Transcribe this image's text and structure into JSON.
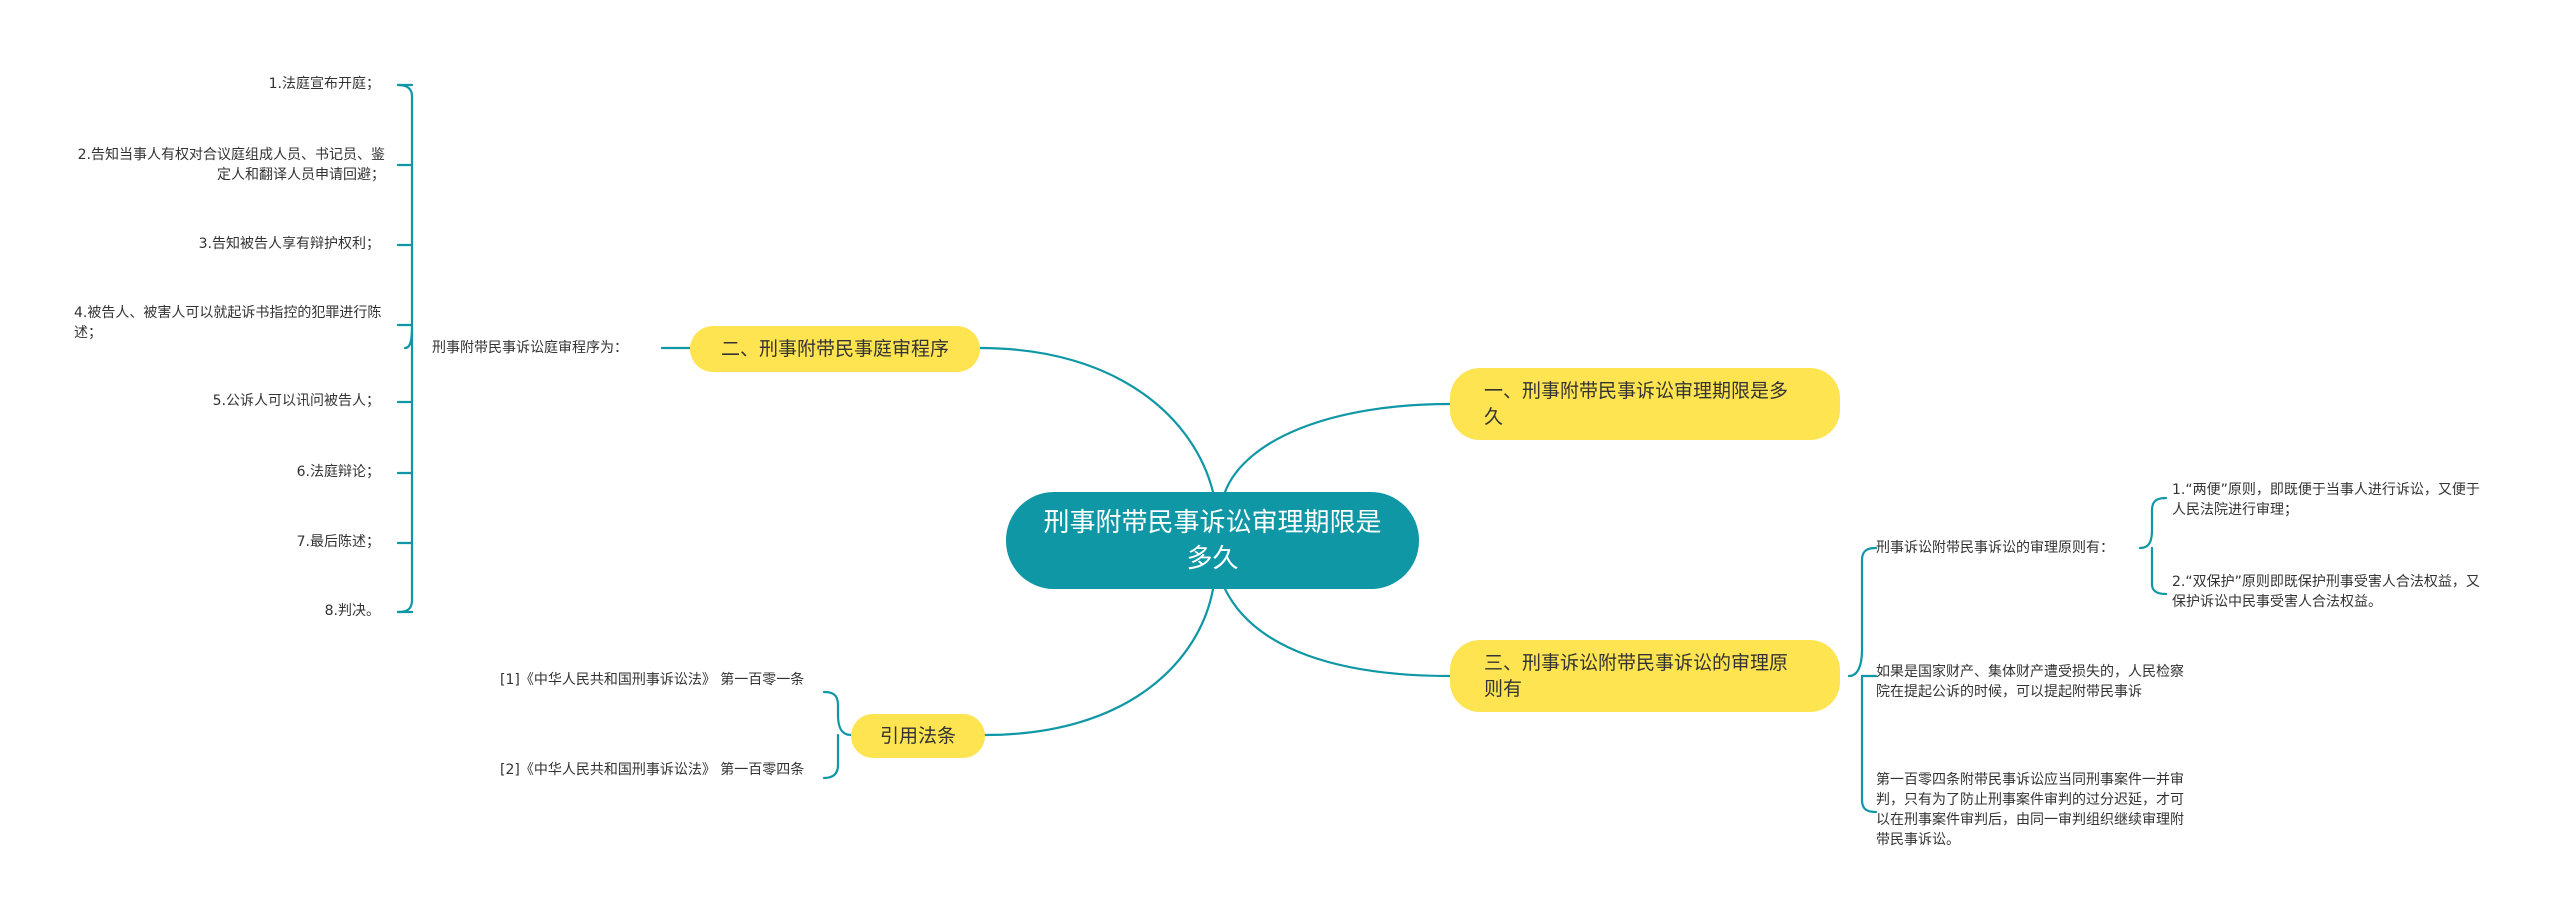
{
  "root": {
    "label": "刑事附带民事诉讼审理期限是多久"
  },
  "branches": {
    "b1": {
      "label": "一、刑事附带民事诉讼审理期限是多久"
    },
    "b2": {
      "label": "二、刑事附带民事庭审程序",
      "sub_label": "刑事附带民事诉讼庭审程序为：",
      "items": [
        "1.法庭宣布开庭；",
        "2.告知当事人有权对合议庭组成人员、书记员、鉴定人和翻译人员申请回避；",
        "3.告知被告人享有辩护权利；",
        "4.被告人、被害人可以就起诉书指控的犯罪进行陈述；",
        "5.公诉人可以讯问被告人；",
        "6.法庭辩论；",
        "7.最后陈述；",
        "8.判决。"
      ]
    },
    "b3": {
      "label": "三、刑事诉讼附带民事诉讼的审理原则有",
      "sub_label": "刑事诉讼附带民事诉讼的审理原则有：",
      "principles": [
        "1.“两便”原则，即既便于当事人进行诉讼，又便于人民法院进行审理；",
        "2.“双保护”原则即既保护刑事受害人合法权益，又保护诉讼中民事受害人合法权益。"
      ],
      "para1": "如果是国家财产、集体财产遭受损失的，人民检察院在提起公诉的时候，可以提起附带民事诉",
      "para2": "第一百零四条附带民事诉讼应当同刑事案件一并审判，只有为了防止刑事案件审判的过分迟延，才可以在刑事案件审判后，由同一审判组织继续审理附带民事诉讼。"
    },
    "b4": {
      "label": "引用法条",
      "items": [
        "[1]《中华人民共和国刑事诉讼法》 第一百零一条",
        "[2]《中华人民共和国刑事诉讼法》 第一百零四条"
      ]
    }
  },
  "colors": {
    "line": "#0f97a6",
    "root_fill": "#0f97a6",
    "branch_fill": "#ffe451",
    "text": "#333333"
  }
}
